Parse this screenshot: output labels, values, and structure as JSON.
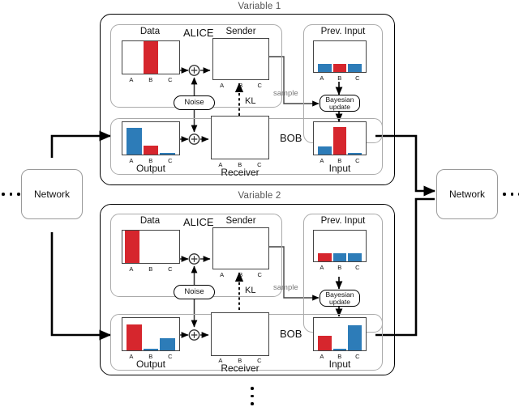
{
  "diagram": {
    "title_hidden": "",
    "colors": {
      "red": "#d6262d",
      "blue": "#2d7cb8",
      "outline": "#000000",
      "panel": "#aaaaaa",
      "gray_text": "#777777"
    },
    "network_left": {
      "label": "Network"
    },
    "network_right": {
      "label": "Network"
    },
    "ellipsis_left": "•••",
    "ellipsis_right": "•••",
    "ellipsis_bottom": "•••"
  },
  "variables": [
    {
      "title": "Variable 1",
      "alice": {
        "role_label": "ALICE",
        "data_chart": {
          "title": "Data",
          "categories": [
            "A",
            "B",
            "C"
          ],
          "values": [
            0,
            100,
            0
          ],
          "colors": [
            "#2d7cb8",
            "#d6262d",
            "#2d7cb8"
          ]
        },
        "sender_chart": {
          "title": "Sender",
          "categories": [
            "A",
            "B",
            "C"
          ],
          "curve_colors": [
            "#2d7cb8",
            "#d6262d",
            "#2d7cb8"
          ]
        },
        "sum_node": "+"
      },
      "bob": {
        "role_label": "BOB",
        "output_chart": {
          "caption": "Output",
          "categories": [
            "A",
            "B",
            "C"
          ],
          "values": [
            82,
            28,
            4
          ],
          "colors": [
            "#2d7cb8",
            "#d6262d",
            "#2d7cb8"
          ]
        },
        "receiver_chart": {
          "caption": "Receiver",
          "categories": [
            "A",
            "B",
            "C"
          ],
          "curve_colors": [
            "#2d7cb8",
            "#d6262d",
            "#2d7cb8"
          ]
        },
        "input_chart": {
          "caption": "Input",
          "categories": [
            "A",
            "B",
            "C"
          ],
          "values": [
            24,
            86,
            5
          ],
          "colors": [
            "#2d7cb8",
            "#d6262d",
            "#2d7cb8"
          ]
        },
        "sum_node": "+"
      },
      "prev_input_chart": {
        "title": "Prev. Input",
        "categories": [
          "A",
          "B",
          "C"
        ],
        "values": [
          27,
          27,
          27
        ],
        "colors": [
          "#2d7cb8",
          "#d6262d",
          "#2d7cb8"
        ]
      },
      "noise_label": "Noise",
      "kl_label": "KL",
      "sample_label": "sample",
      "bayesian_label": "Bayesian\nupdate",
      "bayesian_line1": "Bayesian",
      "bayesian_line2": "update"
    },
    {
      "title": "Variable 2",
      "alice": {
        "role_label": "ALICE",
        "data_chart": {
          "title": "Data",
          "categories": [
            "A",
            "B",
            "C"
          ],
          "values": [
            100,
            0,
            0
          ],
          "colors": [
            "#d6262d",
            "#2d7cb8",
            "#2d7cb8"
          ]
        },
        "sender_chart": {
          "title": "Sender",
          "categories": [
            "A",
            "B",
            "C"
          ],
          "curve_colors": [
            "#d6262d",
            "#2d7cb8",
            "#2d7cb8"
          ]
        },
        "sum_node": "+"
      },
      "bob": {
        "role_label": "BOB",
        "output_chart": {
          "caption": "Output",
          "categories": [
            "A",
            "B",
            "C"
          ],
          "values": [
            80,
            5,
            38
          ],
          "colors": [
            "#d6262d",
            "#2d7cb8",
            "#2d7cb8"
          ]
        },
        "receiver_chart": {
          "caption": "Receiver",
          "categories": [
            "A",
            "B",
            "C"
          ],
          "curve_colors": [
            "#d6262d",
            "#2d7cb8",
            "#2d7cb8"
          ]
        },
        "input_chart": {
          "caption": "Input",
          "categories": [
            "A",
            "B",
            "C"
          ],
          "values": [
            45,
            5,
            78
          ],
          "colors": [
            "#d6262d",
            "#2d7cb8",
            "#2d7cb8"
          ]
        },
        "sum_node": "+"
      },
      "prev_input_chart": {
        "title": "Prev. Input",
        "categories": [
          "A",
          "B",
          "C"
        ],
        "values": [
          27,
          27,
          27
        ],
        "colors": [
          "#d6262d",
          "#2d7cb8",
          "#2d7cb8"
        ]
      },
      "noise_label": "Noise",
      "kl_label": "KL",
      "sample_label": "sample",
      "bayesian_line1": "Bayesian",
      "bayesian_line2": "update"
    }
  ]
}
